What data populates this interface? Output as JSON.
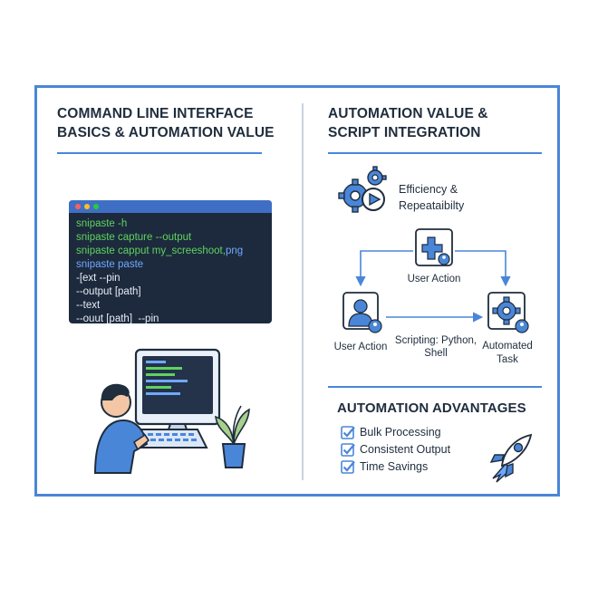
{
  "left": {
    "heading_line1": "COMMAND LINE INTERFACE",
    "heading_line2": "BASICS & AUTOMATION VALUE"
  },
  "terminal": {
    "lines": [
      {
        "text": "snipaste -h",
        "color": "#5fd35f"
      },
      {
        "text": "snipaste capture --output",
        "color": "#5fd35f"
      },
      {
        "text": "snipaste capput my_screeshoot,png",
        "color": "#5fd35f",
        "suffix": "png",
        "suffix_color": "#6fa8ff"
      },
      {
        "text": "snipaste paste",
        "color": "#6fa8ff"
      },
      {
        "text": "-[ext --pin",
        "color": "#e6ecf5"
      },
      {
        "text": "--output [path]",
        "color": "#e6ecf5"
      },
      {
        "text": "--text",
        "color": "#e6ecf5"
      },
      {
        "text": "--ouut [path]  --pin",
        "color": "#e6ecf5"
      }
    ],
    "dot_colors": [
      "#ff6159",
      "#ffbd2e",
      "#29c940"
    ]
  },
  "right": {
    "heading_line1": "AUTOMATION VALUE &",
    "heading_line2": "SCRIPT INTEGRATION",
    "efficiency_line1": "Efficiency &",
    "efficiency_line2": "Repeataibilty",
    "user_action_top": "User Action",
    "user_action_left": "User Action",
    "scripting_line1": "Scripting: Python,",
    "scripting_line2": "Shell",
    "automated_line1": "Automated",
    "automated_line2": "Task",
    "advantages_heading": "AUTOMATION ADVANTAGES",
    "advantages": [
      "Bulk Processing",
      "Consistent Output",
      "Time Savings"
    ]
  },
  "colors": {
    "accent": "#4a86d8",
    "dark": "#1f2d3d",
    "terminal_bg": "#1d2a3d"
  }
}
